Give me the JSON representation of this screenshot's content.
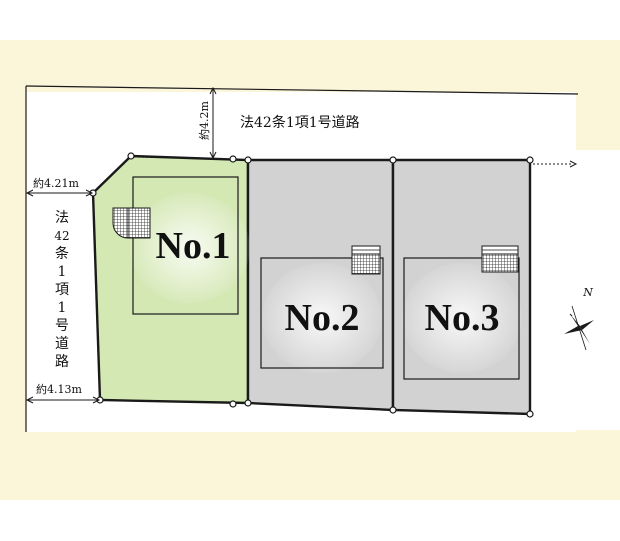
{
  "road_top": {
    "label": "法42条1項1号道路"
  },
  "road_left": {
    "label": "法42条1項1号道路",
    "chars": [
      "法",
      "42",
      "条",
      "1",
      "項",
      "1",
      "号",
      "道",
      "路"
    ]
  },
  "dimensions": {
    "top_width": "約4.2m",
    "left_upper": "約4.21m",
    "left_lower": "約4.13m"
  },
  "lots": [
    {
      "label": "No.1",
      "fill": "#d4e8b4"
    },
    {
      "label": "No.2",
      "fill": "#d2d2d2"
    },
    {
      "label": "No.3",
      "fill": "#d2d2d2"
    }
  ],
  "compass": {
    "label": "N"
  },
  "colors": {
    "background": "#fbf5da",
    "paper": "#ffffff",
    "line": "#1a1a1a",
    "lot1": "#d4e8b4",
    "lot_other": "#d2d2d2"
  }
}
